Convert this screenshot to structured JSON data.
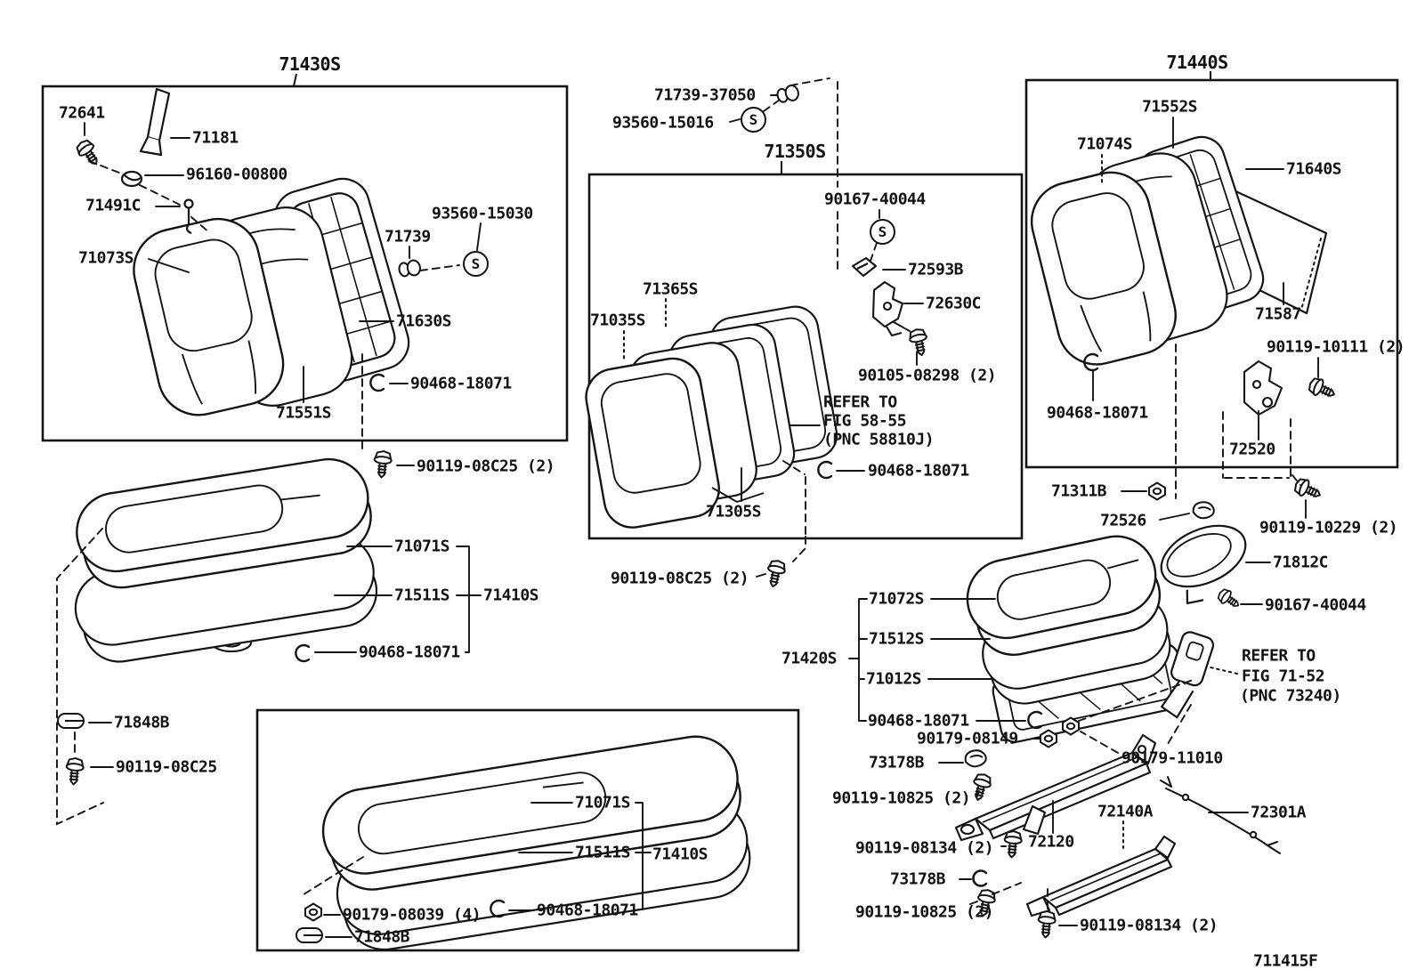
{
  "figure_code": "711415F",
  "symbols": {
    "s_badge": "S"
  },
  "boxes": [
    {
      "title": "71430S"
    },
    {
      "title": "71350S"
    },
    {
      "title": "71440S"
    }
  ],
  "ref_notes": [
    {
      "lines": [
        "REFER TO",
        "FIG 58-55",
        "(PNC 58810J)"
      ]
    },
    {
      "lines": [
        "REFER TO",
        "FIG 71-52",
        "(PNC 73240)"
      ]
    }
  ],
  "part_labels": [
    {
      "text": "72641"
    },
    {
      "text": "71181"
    },
    {
      "text": "96160-00800"
    },
    {
      "text": "71491C"
    },
    {
      "text": "71073S"
    },
    {
      "text": "71739"
    },
    {
      "text": "93560-15030"
    },
    {
      "text": "71630S"
    },
    {
      "text": "90468-18071"
    },
    {
      "text": "71551S"
    },
    {
      "text": "90119-08C25 (2)"
    },
    {
      "text": "71071S"
    },
    {
      "text": "71511S"
    },
    {
      "text": "71410S"
    },
    {
      "text": "90468-18071"
    },
    {
      "text": "71848B"
    },
    {
      "text": "90119-08C25"
    },
    {
      "text": "71739-37050"
    },
    {
      "text": "93560-15016"
    },
    {
      "text": "90167-40044"
    },
    {
      "text": "72593B"
    },
    {
      "text": "72630C"
    },
    {
      "text": "90105-08298 (2)"
    },
    {
      "text": "71365S"
    },
    {
      "text": "71035S"
    },
    {
      "text": "90468-18071"
    },
    {
      "text": "71305S"
    },
    {
      "text": "90119-08C25 (2)"
    },
    {
      "text": "71552S"
    },
    {
      "text": "71074S"
    },
    {
      "text": "71640S"
    },
    {
      "text": "71587"
    },
    {
      "text": "90119-10111 (2)"
    },
    {
      "text": "90468-18071"
    },
    {
      "text": "72520"
    },
    {
      "text": "71311B"
    },
    {
      "text": "72526"
    },
    {
      "text": "90119-10229 (2)"
    },
    {
      "text": "71072S"
    },
    {
      "text": "71512S"
    },
    {
      "text": "71012S"
    },
    {
      "text": "71420S"
    },
    {
      "text": "90468-18071"
    },
    {
      "text": "71812C"
    },
    {
      "text": "90167-40044"
    },
    {
      "text": "90179-08149"
    },
    {
      "text": "73178B"
    },
    {
      "text": "90119-10825 (2)"
    },
    {
      "text": "90119-08134 (2)"
    },
    {
      "text": "72120"
    },
    {
      "text": "72140A"
    },
    {
      "text": "72301A"
    },
    {
      "text": "90179-11010"
    },
    {
      "text": "73178B"
    },
    {
      "text": "90119-10825 (2)"
    },
    {
      "text": "90119-08134 (2)"
    },
    {
      "text": "71071S"
    },
    {
      "text": "71511S"
    },
    {
      "text": "71410S"
    },
    {
      "text": "90468-18071"
    },
    {
      "text": "90179-08039 (4)"
    },
    {
      "text": "71848B"
    }
  ]
}
